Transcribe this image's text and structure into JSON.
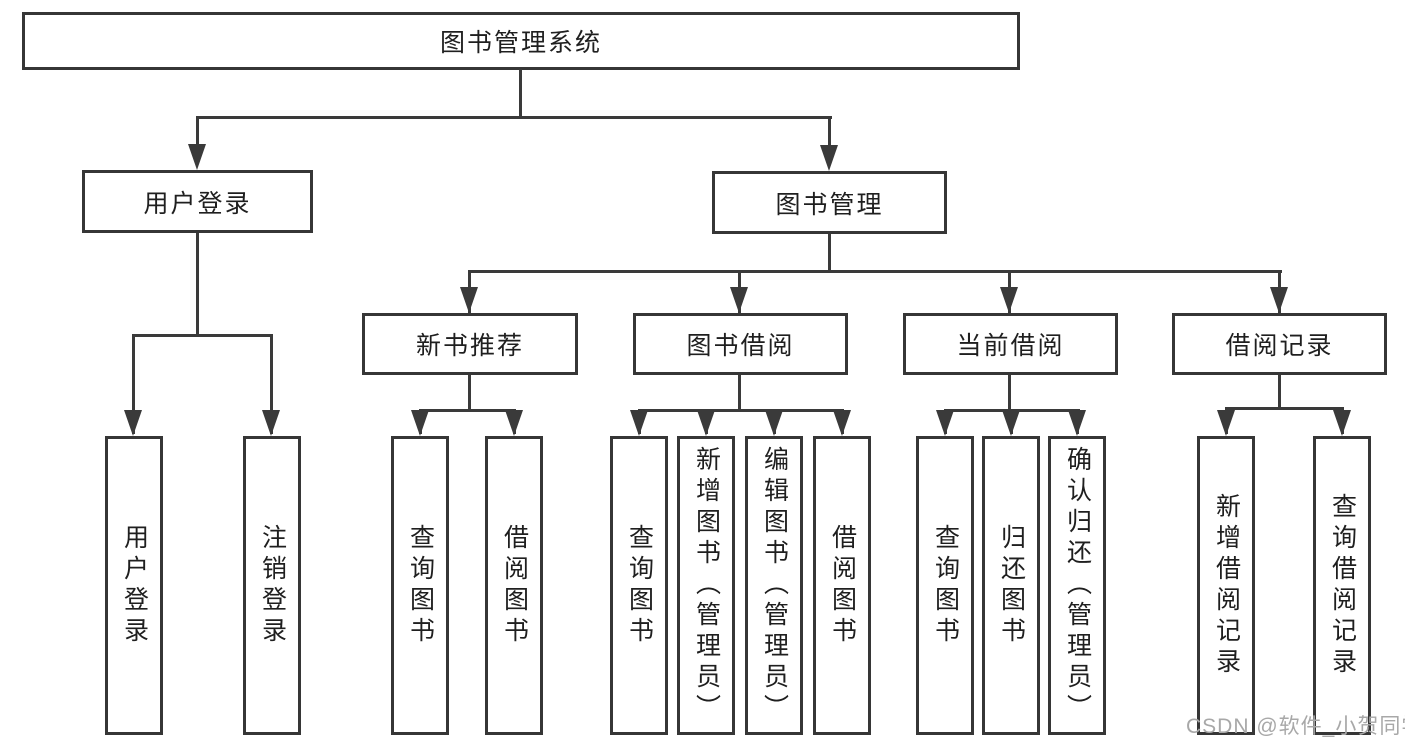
{
  "watermark": "CSDN @软件_小贺同学",
  "colors": {
    "line": "#3a3a3a",
    "border": "#363636",
    "text": "#1f1f1f",
    "background": "#ffffff",
    "watermark": "#a8a8a8"
  },
  "tree": {
    "label": "图书管理系统",
    "children": [
      {
        "label": "用户登录",
        "children": [
          {
            "label": "用户登录"
          },
          {
            "label": "注销登录"
          }
        ]
      },
      {
        "label": "图书管理",
        "children": [
          {
            "label": "新书推荐",
            "children": [
              {
                "label": "查询图书"
              },
              {
                "label": "借阅图书"
              }
            ]
          },
          {
            "label": "图书借阅",
            "children": [
              {
                "label": "查询图书"
              },
              {
                "label": "新增图书（管理员）"
              },
              {
                "label": "编辑图书（管理员）"
              },
              {
                "label": "借阅图书"
              }
            ]
          },
          {
            "label": "当前借阅",
            "children": [
              {
                "label": "查询图书"
              },
              {
                "label": "归还图书"
              },
              {
                "label": "确认归还（管理员）"
              }
            ]
          },
          {
            "label": "借阅记录",
            "children": [
              {
                "label": "新增借阅记录"
              },
              {
                "label": "查询借阅记录"
              }
            ]
          }
        ]
      }
    ]
  }
}
